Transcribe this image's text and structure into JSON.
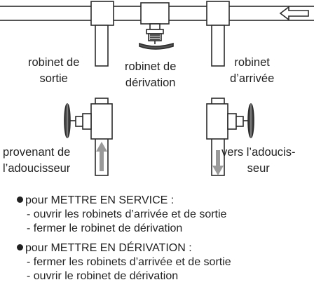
{
  "labels": {
    "outlet_valve": [
      "robinet de",
      "sortie"
    ],
    "bypass_valve": [
      "robinet de",
      "dérivation"
    ],
    "inlet_valve": [
      "robinet",
      "d’arrivée"
    ],
    "from_softener": [
      "provenant de",
      "l’adoucisseur"
    ],
    "to_softener": [
      "vers l’adoucis-",
      "seur"
    ]
  },
  "instructions": {
    "service": {
      "title": "pour METTRE EN SERVICE :",
      "steps": [
        "- ouvrir les robinets d’arrivée et de sortie",
        "- fermer le robinet de dérivation"
      ]
    },
    "bypass": {
      "title": "pour METTRE EN DÉRIVATION :",
      "steps": [
        "- fermer les robinets d’arrivée et de sortie",
        "- ouvrir le robinet de dérivation"
      ]
    }
  },
  "colors": {
    "line": "#2b2b2b",
    "arrow": "#9a9a9a",
    "pipe": "#ffffff"
  }
}
